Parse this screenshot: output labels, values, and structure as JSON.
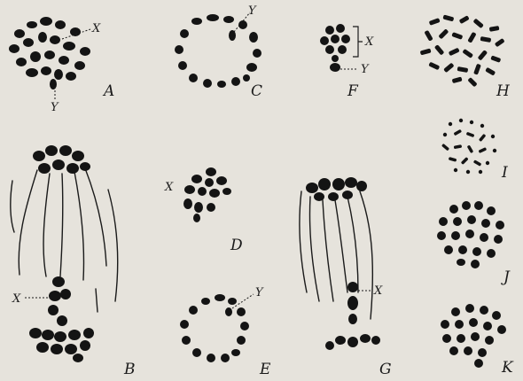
{
  "figure": {
    "background_color": "#e6e3dc",
    "ink_color": "#141414"
  },
  "panels": [
    {
      "id": "A",
      "label": "A",
      "markers": [
        "X",
        "Y"
      ]
    },
    {
      "id": "B",
      "label": "B",
      "markers": [
        "X"
      ]
    },
    {
      "id": "C",
      "label": "C",
      "markers": [
        "Y"
      ]
    },
    {
      "id": "D",
      "label": "D",
      "markers": [
        "X"
      ]
    },
    {
      "id": "E",
      "label": "E",
      "markers": [
        "Y"
      ]
    },
    {
      "id": "F",
      "label": "F",
      "markers": [
        "X",
        "Y"
      ]
    },
    {
      "id": "G",
      "label": "G",
      "markers": [
        "X"
      ]
    },
    {
      "id": "H",
      "label": "H",
      "markers": []
    },
    {
      "id": "I",
      "label": "I",
      "markers": []
    },
    {
      "id": "J",
      "label": "J",
      "markers": []
    },
    {
      "id": "K",
      "label": "K",
      "markers": []
    }
  ]
}
